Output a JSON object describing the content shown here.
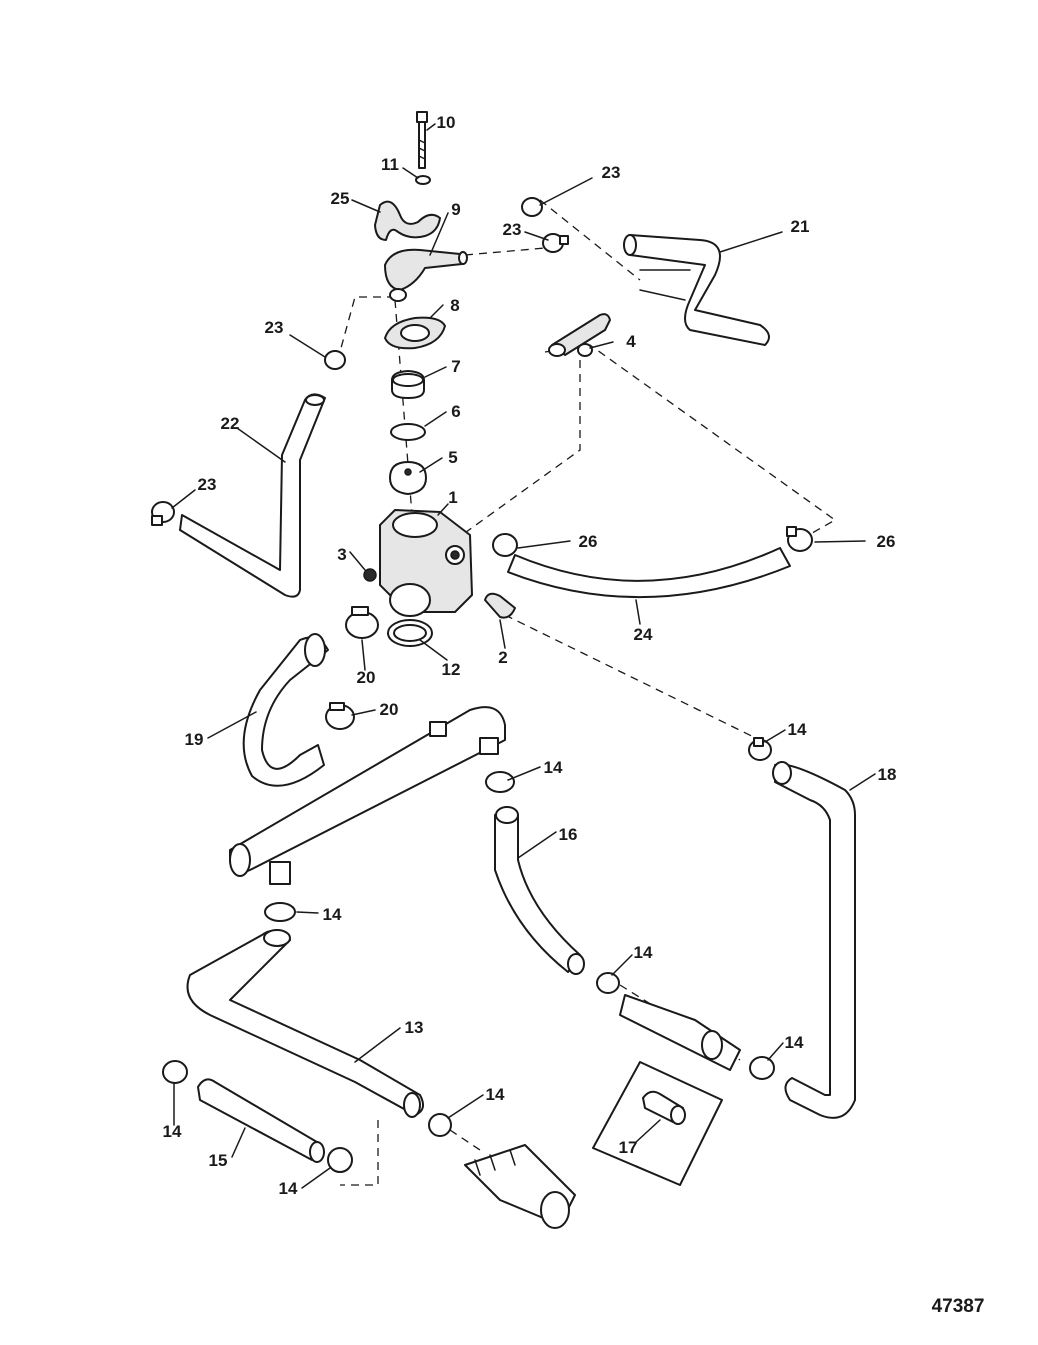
{
  "diagram": {
    "reference_number": "47387",
    "callouts": [
      "1",
      "2",
      "3",
      "4",
      "5",
      "6",
      "7",
      "8",
      "9",
      "10",
      "11",
      "12",
      "13",
      "14",
      "15",
      "16",
      "17",
      "18",
      "19",
      "20",
      "21",
      "22",
      "23",
      "24",
      "25",
      "26"
    ]
  }
}
